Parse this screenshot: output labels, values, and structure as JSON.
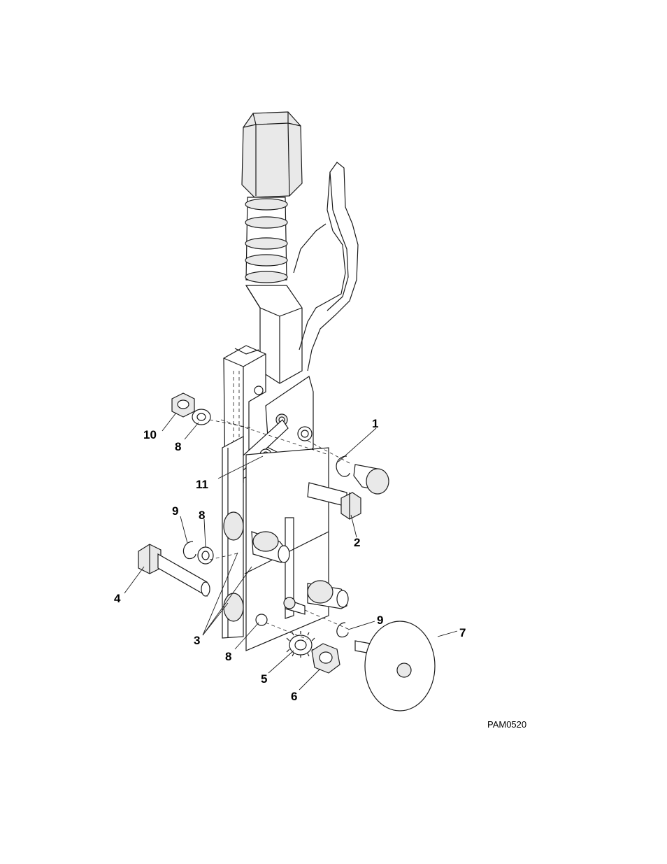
{
  "figure": {
    "id": "PAM0520"
  },
  "callouts": [
    {
      "key": "c1",
      "label": "1"
    },
    {
      "key": "c2",
      "label": "2"
    },
    {
      "key": "c3",
      "label": "3"
    },
    {
      "key": "c4",
      "label": "4"
    },
    {
      "key": "c5",
      "label": "5"
    },
    {
      "key": "c6",
      "label": "6"
    },
    {
      "key": "c7",
      "label": "7"
    },
    {
      "key": "c8a",
      "label": "8"
    },
    {
      "key": "c8b",
      "label": "8"
    },
    {
      "key": "c8c",
      "label": "8"
    },
    {
      "key": "c9a",
      "label": "9"
    },
    {
      "key": "c9b",
      "label": "9"
    },
    {
      "key": "c10",
      "label": "10"
    },
    {
      "key": "c11",
      "label": "11"
    }
  ],
  "colors": {
    "line": "#1a1a1a",
    "background": "#ffffff",
    "shade": "#e9e9e9"
  }
}
